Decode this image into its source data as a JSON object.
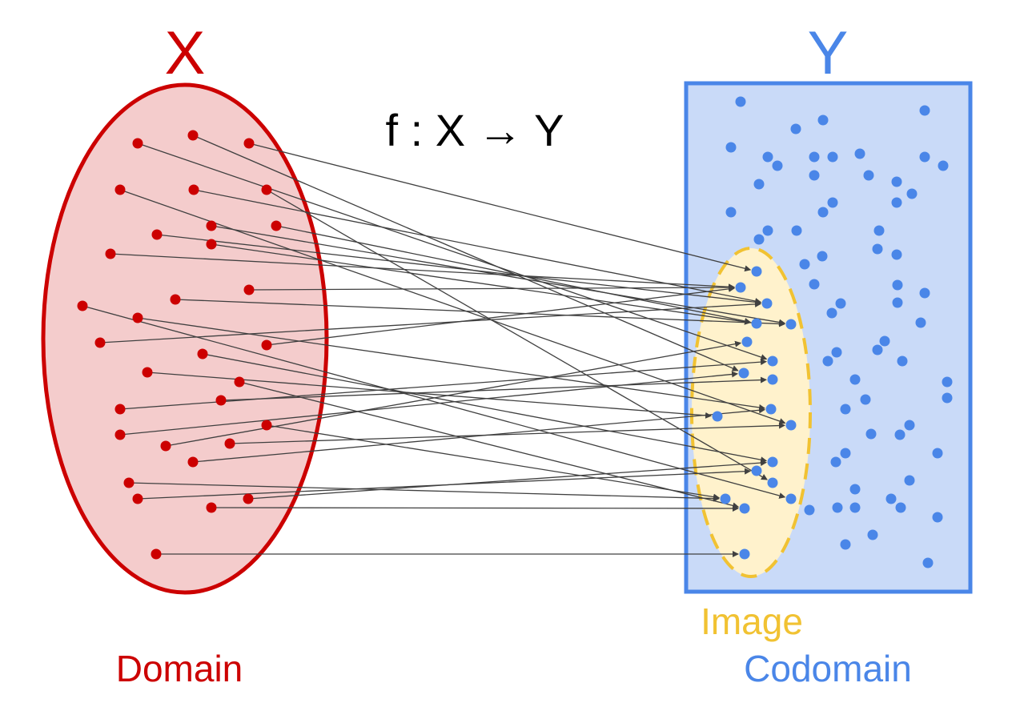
{
  "title": "f : X → Y",
  "domain_set": {
    "name": "X",
    "caption": "Domain"
  },
  "codomain_set": {
    "name": "Y",
    "caption": "Codomain"
  },
  "image_region": {
    "caption": "Image"
  },
  "colors": {
    "domain_stroke": "#cc0000",
    "domain_fill": "#f4cccc",
    "codomain_stroke": "#4a86e8",
    "codomain_fill": "#c9daf8",
    "image_stroke": "#f1c232",
    "image_fill": "#fff2cc",
    "arrow": "#404040",
    "text": "#000000"
  }
}
